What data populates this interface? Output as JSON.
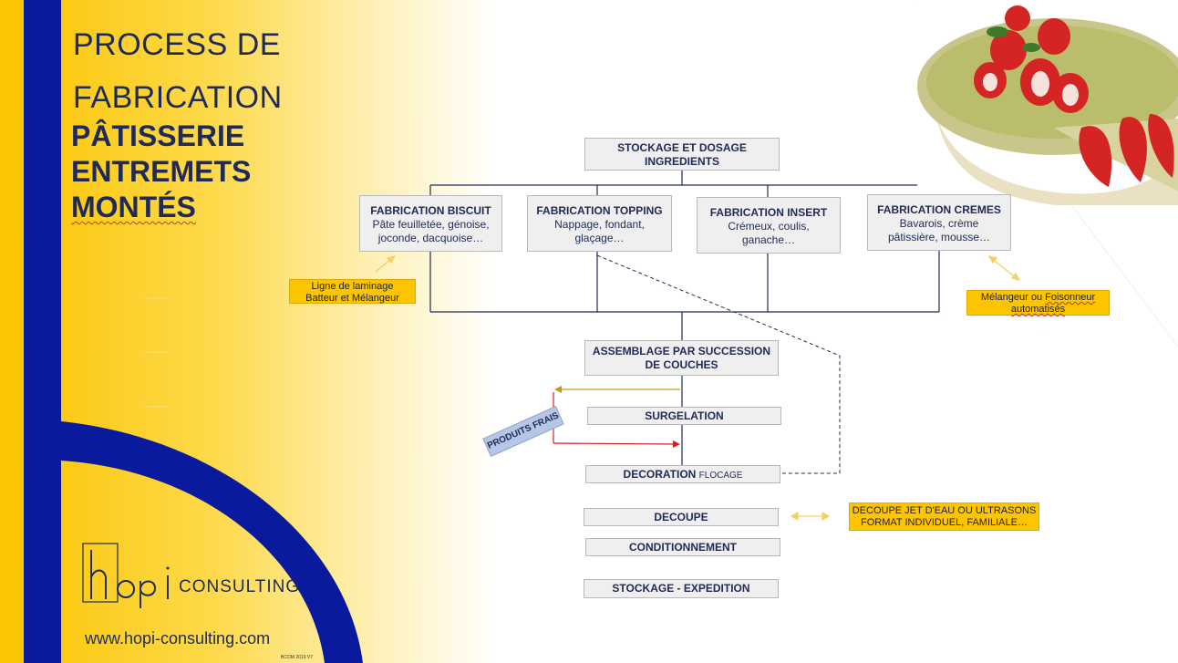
{
  "title": {
    "line1": "PROCESS DE",
    "line2": "FABRICATION",
    "sub1": "PÂTISSERIE",
    "sub2": "ENTREMETS",
    "sub3": "MONTÉS"
  },
  "diagram": {
    "stockage_dosage": {
      "line1": "STOCKAGE ET DOSAGE",
      "line2": "INGREDIENTS"
    },
    "biscuit": {
      "title": "FABRICATION BISCUIT",
      "sub1": "Pâte feuilletée, génoise,",
      "sub2": "joconde, dacquoise…"
    },
    "topping": {
      "title": "FABRICATION TOPPING",
      "sub1": "Nappage, fondant,",
      "sub2": "glaçage…"
    },
    "insert": {
      "title": "FABRICATION INSERT",
      "sub1": "Crémeux, coulis,",
      "sub2": "ganache…"
    },
    "cremes": {
      "title": "FABRICATION CREMES",
      "sub1": "Bavarois, crème",
      "sub2": "pâtissière, mousse…"
    },
    "assemblage": {
      "line1": "ASSEMBLAGE PAR SUCCESSION",
      "line2": "DE COUCHES"
    },
    "surgelation": "SURGELATION",
    "decoration": {
      "main": "DECORATION ",
      "small": "FLOCAGE"
    },
    "decoupe": "DECOUPE",
    "conditionnement": "CONDITIONNEMENT",
    "stockage_expedition": "STOCKAGE - EXPEDITION",
    "produits_frais": "PRODUITS FRAIS"
  },
  "notes": {
    "laminage": {
      "line1": "Ligne de laminage",
      "line2": "Batteur et Mélangeur"
    },
    "melangeur": {
      "line1a": "Mélangeur ou ",
      "line1b": "Foisonneur",
      "line2": "automatisés"
    },
    "decoupe": {
      "line1": "DECOUPE JET D'EAU OU ULTRASONS",
      "line2": "FORMAT INDIVIDUEL, FAMILIALE…"
    }
  },
  "footer": {
    "logo_text": "CONSULTING",
    "url": "www.hopi-consulting.com",
    "tiny": "BCOM 2019 V7"
  },
  "colors": {
    "navy": "#1f2a56",
    "blue": "#0a1a9c",
    "yellow": "#fcc500",
    "box_bg": "#efefef"
  }
}
